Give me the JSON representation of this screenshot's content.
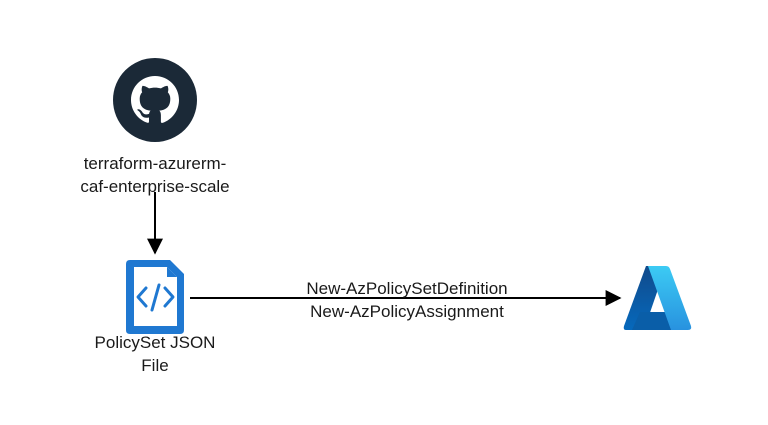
{
  "nodes": {
    "github": {
      "icon": "github-icon",
      "label_lines": [
        "terraform-azurerm-",
        "caf-enterprise-scale"
      ]
    },
    "policyset_file": {
      "icon": "code-file-icon",
      "label_lines": [
        "PolicySet JSON",
        "File"
      ]
    },
    "azure": {
      "icon": "azure-logo-icon"
    }
  },
  "edges": {
    "github_to_file": {},
    "file_to_azure": {
      "label_lines": [
        "New-AzPolicySetDefinition",
        "New-AzPolicyAssignment"
      ]
    }
  },
  "colors": {
    "github_icon": "#1b2937",
    "file_icon": "#1f78d1",
    "azure_logo_light": "#34a3f0",
    "azure_logo_dark": "#0a5ea8",
    "connector": "#000000"
  }
}
